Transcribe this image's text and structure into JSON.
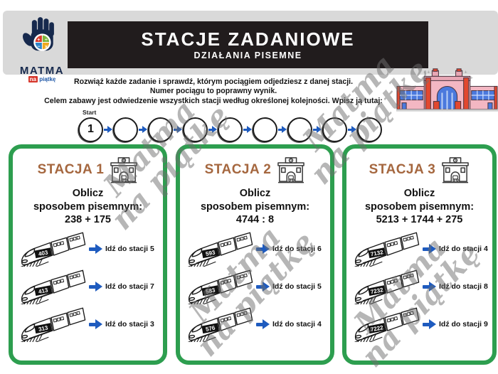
{
  "logo": {
    "brand": "MATMA",
    "tagline_na": "na",
    "tagline_piatke": "piątkę"
  },
  "header": {
    "title": "STACJE ZADANIOWE",
    "subtitle": "DZIAŁANIA PISEMNE"
  },
  "instructions": {
    "line1": "Rozwiąż każde zadanie i sprawdź, którym pociągiem odjedziesz z danej stacji.",
    "line2": "Numer pociągu to poprawny wynik.",
    "line3": "Celem zabawy jest odwiedzenie wszystkich stacji według określonej kolejności. Wpisz ją tutaj:"
  },
  "path": {
    "start_label": "Start",
    "circles": [
      "1",
      "",
      "",
      "",
      "",
      "",
      "",
      "",
      ""
    ]
  },
  "watermark": {
    "line1": "Matma",
    "line2": "na piątkę"
  },
  "cards": [
    {
      "title": "STACJA 1",
      "task_line1": "Oblicz",
      "task_line2": "sposobem pisemnym:",
      "problem": "238 + 175",
      "trains": [
        {
          "number": "403",
          "label": "Idź do stacji 5"
        },
        {
          "number": "413",
          "label": "Idź do stacji 7"
        },
        {
          "number": "313",
          "label": "Idź do stacji 3"
        }
      ]
    },
    {
      "title": "STACJA 2",
      "task_line1": "Oblicz",
      "task_line2": "sposobem pisemnym:",
      "problem": "4744 : 8",
      "trains": [
        {
          "number": "593",
          "label": "Idź do stacji 6"
        },
        {
          "number": "583",
          "label": "Idź do stacji 5"
        },
        {
          "number": "576",
          "label": "Idź do stacji 4"
        }
      ]
    },
    {
      "title": "STACJA 3",
      "task_line1": "Oblicz",
      "task_line2": "sposobem pisemnym:",
      "problem": "5213 + 1744 + 275",
      "trains": [
        {
          "number": "7132",
          "label": "Idź do stacji 4"
        },
        {
          "number": "7232",
          "label": "Idź do stacji 8"
        },
        {
          "number": "7222",
          "label": "Idź do stacji 9"
        }
      ]
    }
  ],
  "icons": {
    "hand_logo": "hand-math-logo-icon",
    "station_building": "station-building-icon",
    "station_illustration": "train-station-illustration",
    "train": "train-icon",
    "arrow": "arrow-right-icon"
  },
  "colors": {
    "band_gray": "#d9d9d9",
    "header_bg": "#211c1d",
    "card_border_green": "#2d9e4f",
    "station_title_brown": "#a5673f",
    "arrow_blue": "#1e5bbf",
    "train_plate_black": "#111111",
    "logo_navy": "#16294d",
    "logo_red": "#d93a2b",
    "logo_green": "#7cb53e",
    "logo_blue": "#2f85c9",
    "logo_yellow": "#f0a91f"
  }
}
